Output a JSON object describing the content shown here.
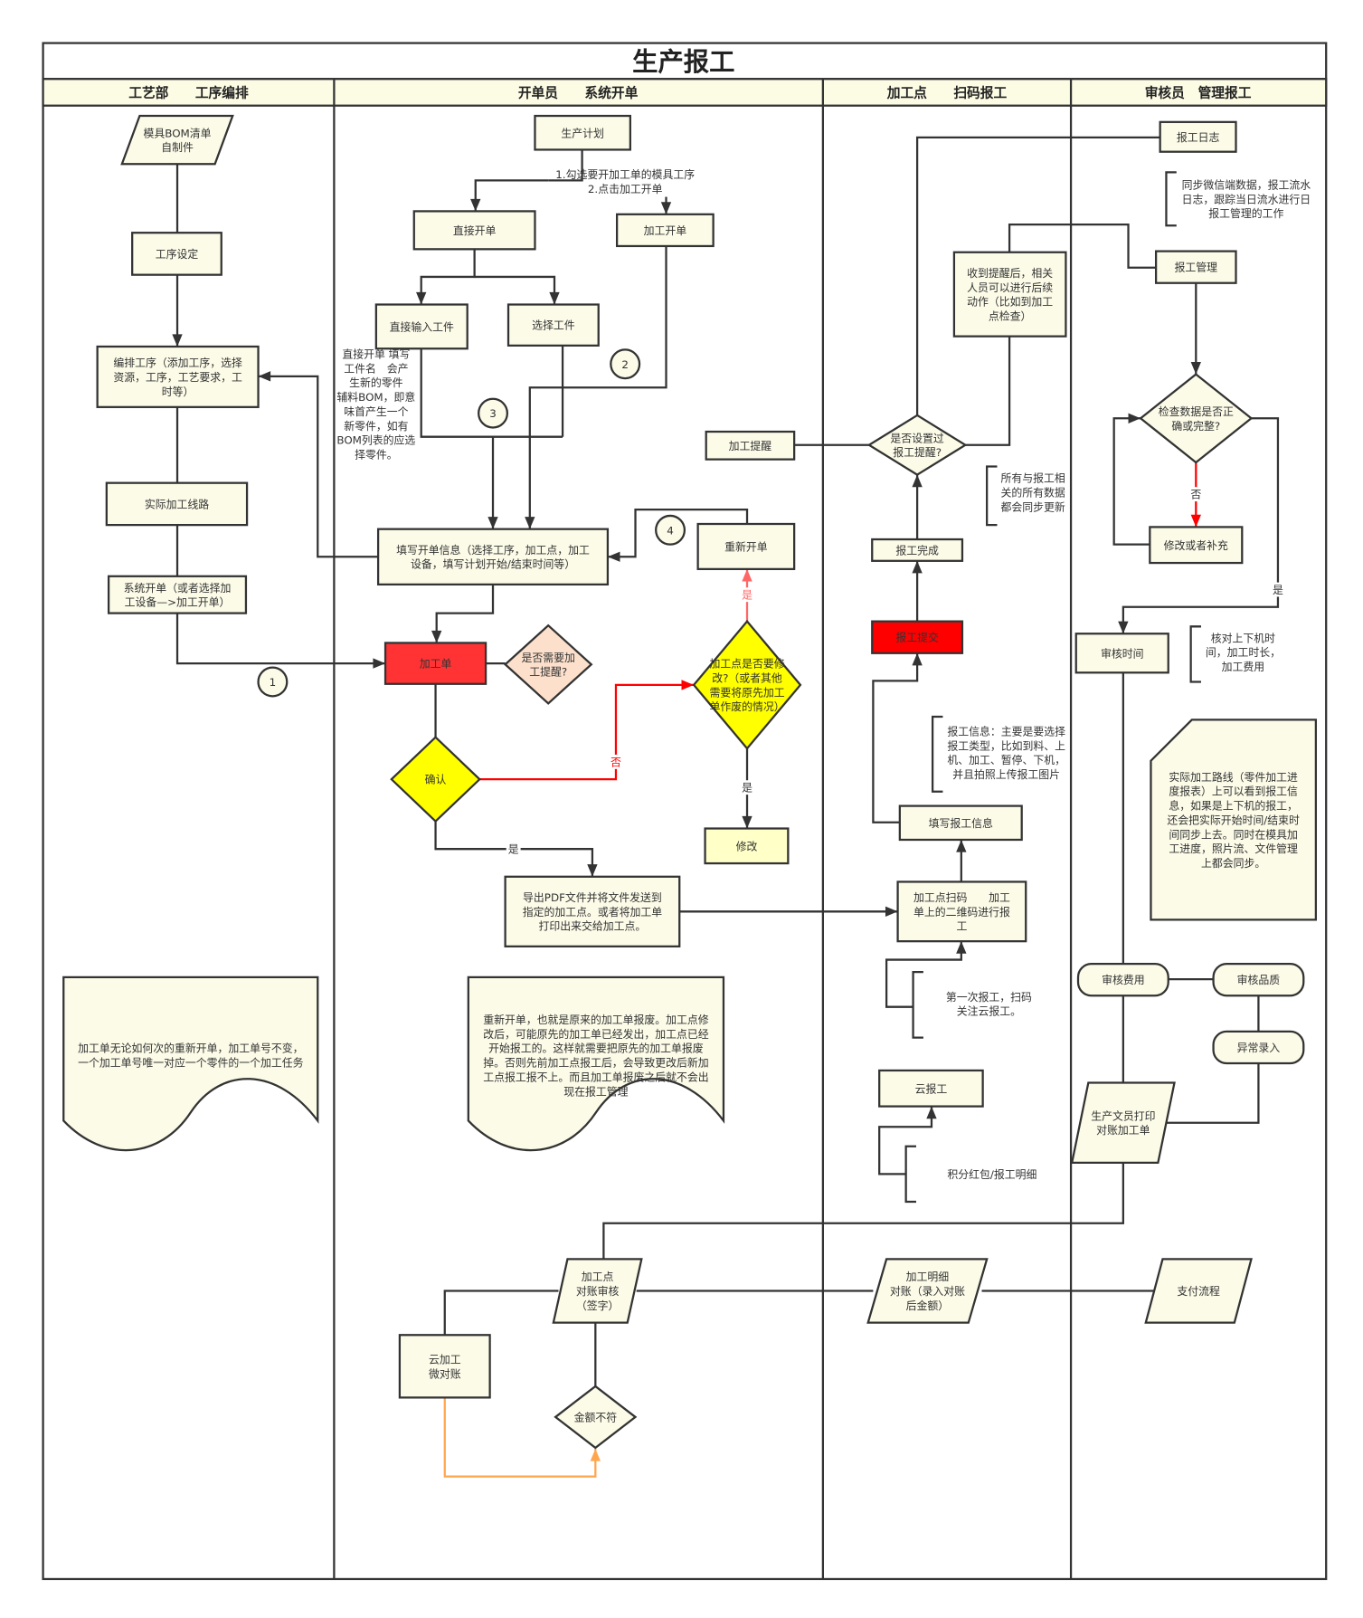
{
  "title": "生产报工",
  "lanes": [
    "工艺部　　工序编排",
    "开单员　　系统开单",
    "加工点　　扫码报工",
    "审核员　管理报工"
  ],
  "colors": {
    "node_fill": "#fcfbe8",
    "red_fill": "#ff3333",
    "yellow_fill": "#ffff00",
    "peach_fill": "#fde0cc",
    "line": "#333333",
    "red_line": "#ff0000",
    "light_red_line": "#ff6666",
    "orange_line": "#ffa64d",
    "red_text": "#e02020",
    "blue_text": "#1a1aaa"
  },
  "nodes": {
    "bom": {
      "lines": [
        "模具BOM清单",
        "自制件"
      ]
    },
    "process_setting": {
      "lines": [
        "工序设定"
      ]
    },
    "arrange_process": {
      "lines": [
        "编排工序（添加工序，选择",
        "资源，工序，工艺要求，工",
        "时等）"
      ]
    },
    "actual_route": {
      "lines": [
        "实际加工线路"
      ]
    },
    "system_order": {
      "lines": [
        "系统开单（或者选择加",
        "工设备—>加工开单）"
      ]
    },
    "doc_left": {
      "lines": [
        "加工单无论如何次的重新开单，加工单号不变，",
        "一个加工单号唯一对应一个零件的一个加工任务"
      ]
    },
    "plan": {
      "lines": [
        "生产计划"
      ]
    },
    "direct_order": {
      "lines": [
        "直接开单"
      ]
    },
    "process_order": {
      "lines": [
        "加工开单"
      ]
    },
    "direct_input": {
      "lines": [
        "直接输入工件"
      ]
    },
    "select_part": {
      "lines": [
        "选择工件"
      ]
    },
    "fill_order": {
      "lines": [
        "填写开单信息（选择工序，加工点，加工",
        "设备，填写计划开始/结束时间等）"
      ]
    },
    "reorder": {
      "lines": [
        "重新开单"
      ]
    },
    "work_order": {
      "lines": [
        "加工单"
      ]
    },
    "need_reminder": {
      "lines": [
        "是否需要加",
        "工提醒?"
      ]
    },
    "confirm": {
      "lines": [
        "确认"
      ]
    },
    "modify_q": {
      "lines": [
        "加工点是否要修",
        "改?（或者其他",
        "需要将原先加工",
        "单作废的情况）"
      ]
    },
    "modify": {
      "lines": [
        "修改"
      ]
    },
    "export_pdf": {
      "lines": [
        "导出PDF文件并将文件发送到",
        "指定的加工点。或者将加工单",
        "打印出来交给加工点。"
      ]
    },
    "doc_mid": {
      "lines": [
        "重新开单，也就是原来的加工单报废。加工点修",
        "改后，可能原先的加工单已经发出，加工点已经",
        "开始报工的。这样就需要把原先的加工单报废",
        "掉。否则先前加工点报工后，会导致更改后新加",
        "工点报工报不上。而且加工单报废之后就不会出",
        "现在报工管理"
      ]
    },
    "reminder": {
      "lines": [
        "加工提醒"
      ]
    },
    "cloud_recon": {
      "lines": [
        "云加工",
        "微对账"
      ]
    },
    "site_audit": {
      "lines": [
        "加工点",
        "对账审核",
        "（签字）"
      ]
    },
    "amount_mismatch": {
      "lines": [
        "金额不符"
      ]
    },
    "after_reminder": {
      "lines": [
        "收到提醒后，相关",
        "人员可以进行后续",
        "动作（比如到加工",
        "点检查）"
      ]
    },
    "reminder_set": {
      "lines": [
        "是否设置过",
        "报工提醒?"
      ]
    },
    "report_done": {
      "lines": [
        "报工完成"
      ]
    },
    "report_submit": {
      "lines": [
        "报工提交"
      ]
    },
    "fill_report": {
      "lines": [
        "填写报工信息"
      ]
    },
    "scan": {
      "lines": [
        "加工点扫码　　加工",
        "单上的二维码进行报",
        "工"
      ]
    },
    "cloud_report": {
      "lines": [
        "云报工"
      ]
    },
    "detail_recon": {
      "lines": [
        "加工明细",
        "对账（录入对账",
        "后金额）"
      ]
    },
    "report_log": {
      "lines": [
        "报工日志"
      ]
    },
    "report_mgmt": {
      "lines": [
        "报工管理"
      ]
    },
    "check_data": {
      "lines": [
        "检查数据是否正",
        "确或完整?"
      ]
    },
    "fix": {
      "lines": [
        "修改或者补充"
      ]
    },
    "audit_time": {
      "lines": [
        "审核时间"
      ]
    },
    "route_card": {
      "lines": [
        "实际加工路线（零件加工进",
        "度报表）上可以看到报工信",
        "息，如果是上下机的报工，",
        "还会把实际开始时间/结束时",
        "间同步上去。同时在模具加",
        "工进度，照片流、文件管理",
        "上都会同步。"
      ]
    },
    "audit_cost": {
      "lines": [
        "审核费用"
      ]
    },
    "audit_quality": {
      "lines": [
        "审核品质"
      ]
    },
    "exception": {
      "lines": [
        "异常录入"
      ]
    },
    "print_recon": {
      "lines": [
        "生产文员打印",
        "对账加工单"
      ]
    },
    "payment": {
      "lines": [
        "支付流程"
      ]
    }
  },
  "notes": {
    "select_steps": {
      "lines": [
        "1.勾选要开加工单的模具工序",
        "2.点击加工开单"
      ]
    },
    "red_note": {
      "lines": [
        "直接开单  填写",
        "工件名　会产",
        "生新的零件",
        "辅料BOM，即意",
        "味首产生一个",
        "新零件，如有",
        "BOM列表的应选",
        "择零件。"
      ]
    },
    "sync_note": {
      "lines": [
        "所有与报工相",
        "关的所有数据",
        "都会同步更新"
      ]
    },
    "report_info": {
      "lines": [
        "报工信息：主要是要选择",
        "报工类型，比如到料、上",
        "机、加工、暂停、下机，",
        "并且拍照上传报工图片"
      ]
    },
    "first_report": {
      "lines": [
        "第一次报工，扫码",
        "关注云报工。"
      ]
    },
    "points": {
      "lines": [
        "积分红包/报工明细"
      ]
    },
    "wechat_sync": {
      "lines": [
        "同步微信端数据，报工流水",
        "日志，跟踪当日流水进行日",
        "报工管理的工作"
      ]
    },
    "check_time": {
      "lines": [
        "核对上下机时",
        "间，加工时长，",
        "加工费用"
      ]
    }
  },
  "connectors": [
    "1",
    "2",
    "3",
    "4"
  ],
  "edge_labels": {
    "yes": "是",
    "no": "否"
  }
}
